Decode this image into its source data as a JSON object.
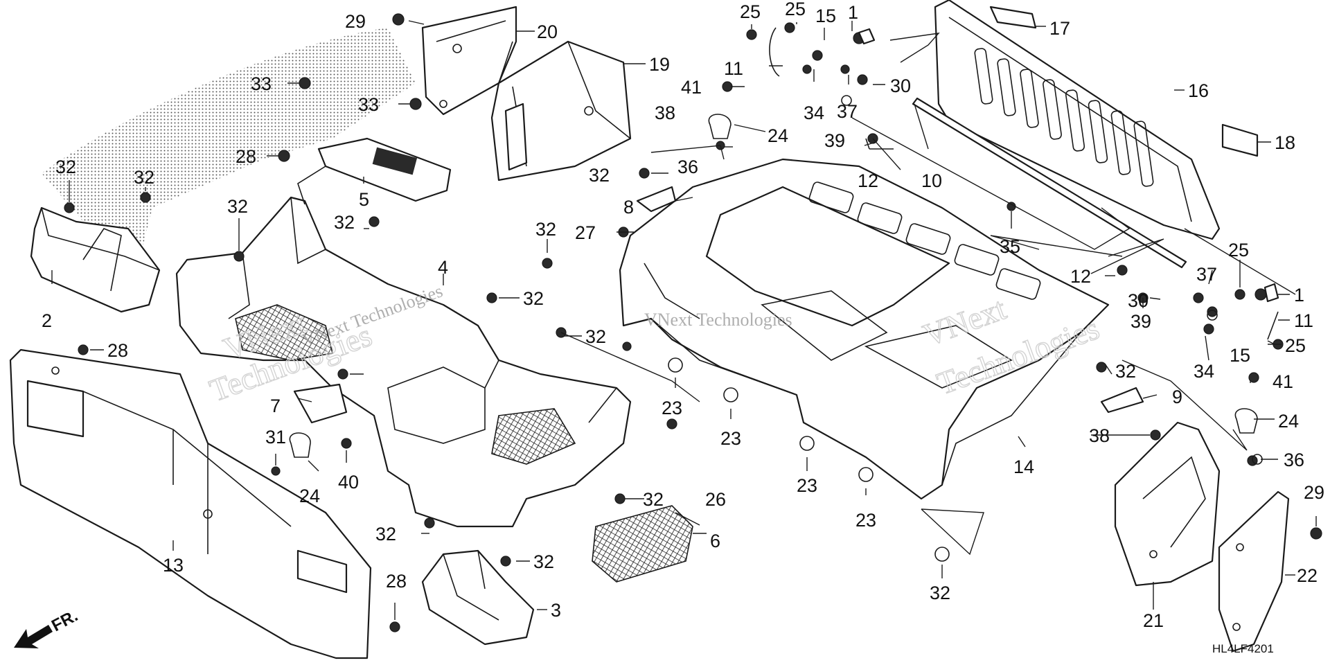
{
  "diagram_code": "HL4LF4201",
  "direction_label": "FR.",
  "watermark": {
    "line1": "VNext",
    "line2": "Technologies",
    "small": "VNext Technologies"
  },
  "callouts": [
    {
      "id": "c1",
      "label": "29"
    },
    {
      "id": "c2",
      "label": "20"
    },
    {
      "id": "c3",
      "label": "19"
    },
    {
      "id": "c4",
      "label": "33"
    },
    {
      "id": "c5",
      "label": "33"
    },
    {
      "id": "c6",
      "label": "28"
    },
    {
      "id": "c7",
      "label": "5"
    },
    {
      "id": "c8",
      "label": "32"
    },
    {
      "id": "c9",
      "label": "32"
    },
    {
      "id": "c10",
      "label": "2"
    },
    {
      "id": "c11",
      "label": "32"
    },
    {
      "id": "c12",
      "label": "32"
    },
    {
      "id": "c13",
      "label": "4"
    },
    {
      "id": "c14",
      "label": "28"
    },
    {
      "id": "c15",
      "label": "32"
    },
    {
      "id": "c16",
      "label": "32"
    },
    {
      "id": "c17",
      "label": "7"
    },
    {
      "id": "c18",
      "label": "31"
    },
    {
      "id": "c19",
      "label": "24"
    },
    {
      "id": "c20",
      "label": "40"
    },
    {
      "id": "c21",
      "label": "13"
    },
    {
      "id": "c22",
      "label": "28"
    },
    {
      "id": "c23",
      "label": "32"
    },
    {
      "id": "c24",
      "label": "32"
    },
    {
      "id": "c25",
      "label": "3"
    },
    {
      "id": "c26",
      "label": "32"
    },
    {
      "id": "c27",
      "label": "26"
    },
    {
      "id": "c28",
      "label": "6"
    },
    {
      "id": "c29",
      "label": "32"
    },
    {
      "id": "c30",
      "label": "27"
    },
    {
      "id": "c31",
      "label": "8"
    },
    {
      "id": "c32",
      "label": "32"
    },
    {
      "id": "c33",
      "label": "38"
    },
    {
      "id": "c34",
      "label": "36"
    },
    {
      "id": "c35",
      "label": "41"
    },
    {
      "id": "c36",
      "label": "24"
    },
    {
      "id": "c37",
      "label": "11"
    },
    {
      "id": "c38",
      "label": "25"
    },
    {
      "id": "c39",
      "label": "25"
    },
    {
      "id": "c40",
      "label": "15"
    },
    {
      "id": "c41",
      "label": "1"
    },
    {
      "id": "c42",
      "label": "34"
    },
    {
      "id": "c43",
      "label": "37"
    },
    {
      "id": "c44",
      "label": "30"
    },
    {
      "id": "c45",
      "label": "39"
    },
    {
      "id": "c46",
      "label": "12"
    },
    {
      "id": "c47",
      "label": "10"
    },
    {
      "id": "c48",
      "label": "17"
    },
    {
      "id": "c49",
      "label": "16"
    },
    {
      "id": "c50",
      "label": "18"
    },
    {
      "id": "c51",
      "label": "35"
    },
    {
      "id": "c52",
      "label": "25"
    },
    {
      "id": "c53",
      "label": "37"
    },
    {
      "id": "c54",
      "label": "1"
    },
    {
      "id": "c55",
      "label": "12"
    },
    {
      "id": "c56",
      "label": "30"
    },
    {
      "id": "c57",
      "label": "39"
    },
    {
      "id": "c58",
      "label": "11"
    },
    {
      "id": "c59",
      "label": "25"
    },
    {
      "id": "c60",
      "label": "34"
    },
    {
      "id": "c61",
      "label": "15"
    },
    {
      "id": "c62",
      "label": "41"
    },
    {
      "id": "c63",
      "label": "32"
    },
    {
      "id": "c64",
      "label": "9"
    },
    {
      "id": "c65",
      "label": "24"
    },
    {
      "id": "c66",
      "label": "38"
    },
    {
      "id": "c67",
      "label": "36"
    },
    {
      "id": "c68",
      "label": "14"
    },
    {
      "id": "c69",
      "label": "23"
    },
    {
      "id": "c70",
      "label": "23"
    },
    {
      "id": "c71",
      "label": "23"
    },
    {
      "id": "c72",
      "label": "23"
    },
    {
      "id": "c73",
      "label": "32"
    },
    {
      "id": "c74",
      "label": "21"
    },
    {
      "id": "c75",
      "label": "22"
    },
    {
      "id": "c76",
      "label": "29"
    }
  ]
}
